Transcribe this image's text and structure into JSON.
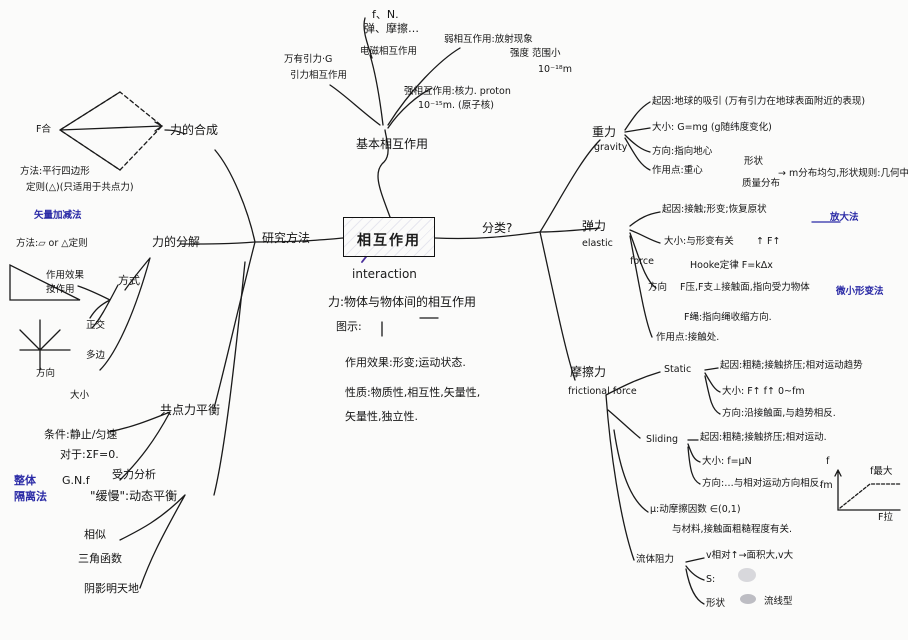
{
  "center": {
    "title": "相互作用",
    "subtitle": "interaction"
  },
  "central_notes": {
    "definition": "力:物体与物体间的相互作用",
    "diagram_label": "图示:",
    "effect": "作用效果:形变;运动状态.",
    "properties_1": "性质:物质性,相互性,矢量性,",
    "properties_2": "矢量性,独立性."
  },
  "top": {
    "fn": "f、N.",
    "elastic_friction": "弹、摩擦…",
    "gravity_bond": "万有引力·G",
    "gravity_bond_2": "引力相互作用",
    "em": "电磁相互作用",
    "weak": "弱相互作用:放射现象",
    "weak_2": "强度  范围小",
    "range": "10⁻¹⁸m",
    "strong": "强相互作用:核力. proton",
    "strong_range": "10⁻¹⁵m. (原子核)",
    "four": "基本相互作用"
  },
  "left": {
    "research_label": "研究方法",
    "composition": "力的合成",
    "resultant": "F合",
    "composition_method": "方法:平行四边形",
    "composition_rule": "定则(△)(只适用于共点力)",
    "decomposition": "力的分解",
    "vector_rule": "矢量加减法",
    "method": "方法:▱ or △定则",
    "effect_decomp": "作用效果",
    "by_effect": "按作用",
    "way": "方式",
    "orthogonal": "正交",
    "polygon": "多边",
    "direction": "方向",
    "magnitude": "大小",
    "equilibrium": "共点力平衡",
    "condition": "条件:静止/匀速",
    "formula": "对于:ΣF=0.",
    "gnf": "G.N.f",
    "analysis": "受力分析",
    "whole": "整体",
    "isolation": "隔离法",
    "slow": "\"缓慢\":动态平衡",
    "similar": "相似",
    "trig": "三角函数",
    "shadow": "阴影明天地"
  },
  "right": {
    "classification": "分类?",
    "gravity": "重力",
    "gravity_en": "gravity",
    "gravity_origin": "起因:地球的吸引 (万有引力在地球表面附近的表现)",
    "gravity_size": "大小: G=mg  (g随纬度变化)",
    "gravity_dir": "方向:指向地心",
    "gravity_point": "作用点:重心",
    "shape": "形状",
    "mass_distribution": "质量分布",
    "uniform": "→ m分布均匀,形状规则:几何中心",
    "elastic": "弹力",
    "elastic_en": "elastic",
    "force_word": "force",
    "elastic_origin": "起因:接触;形变;恢复原状",
    "amplify": "放大法",
    "elastic_size": "大小:与形变有关",
    "elastic_size_2": "↑ F↑",
    "hooke": "Hooke定律 F=kΔx",
    "elastic_dir_1": "F压,F支⊥接触面,指向受力物体",
    "elastic_dir_2": "F绳:指向绳收缩方向.",
    "elastic_dir": "方向",
    "elastic_point": "作用点:接触处.",
    "microscopic": "微小形变法",
    "friction": "摩擦力",
    "friction_en": "frictional force",
    "static": "Static",
    "static_origin": "起因:粗糙;接触挤压;相对运动趋势",
    "static_size": "大小: F↑ f↑  0~fm",
    "static_dir": "方向:沿接触面,与趋势相反.",
    "sliding": "Sliding",
    "sliding_origin": "起因:粗糙;接触挤压;相对运动.",
    "sliding_size": "大小: f=μN",
    "sliding_dir": "方向:…与相对运动方向相反.",
    "mu": "μ:动摩擦因数   ∈(0,1)",
    "mu_2": "与材料,接触面粗糙程度有关.",
    "fluid": "流体阻力",
    "fluid_2": "v相对↑→面积大,v大",
    "fluid_s": "S:",
    "fluid_shape": "形状",
    "streamline": "流线型",
    "graph_f": "f",
    "graph_fmax": "f最大",
    "graph_fm": "fm",
    "graph_f0": "F拉"
  }
}
